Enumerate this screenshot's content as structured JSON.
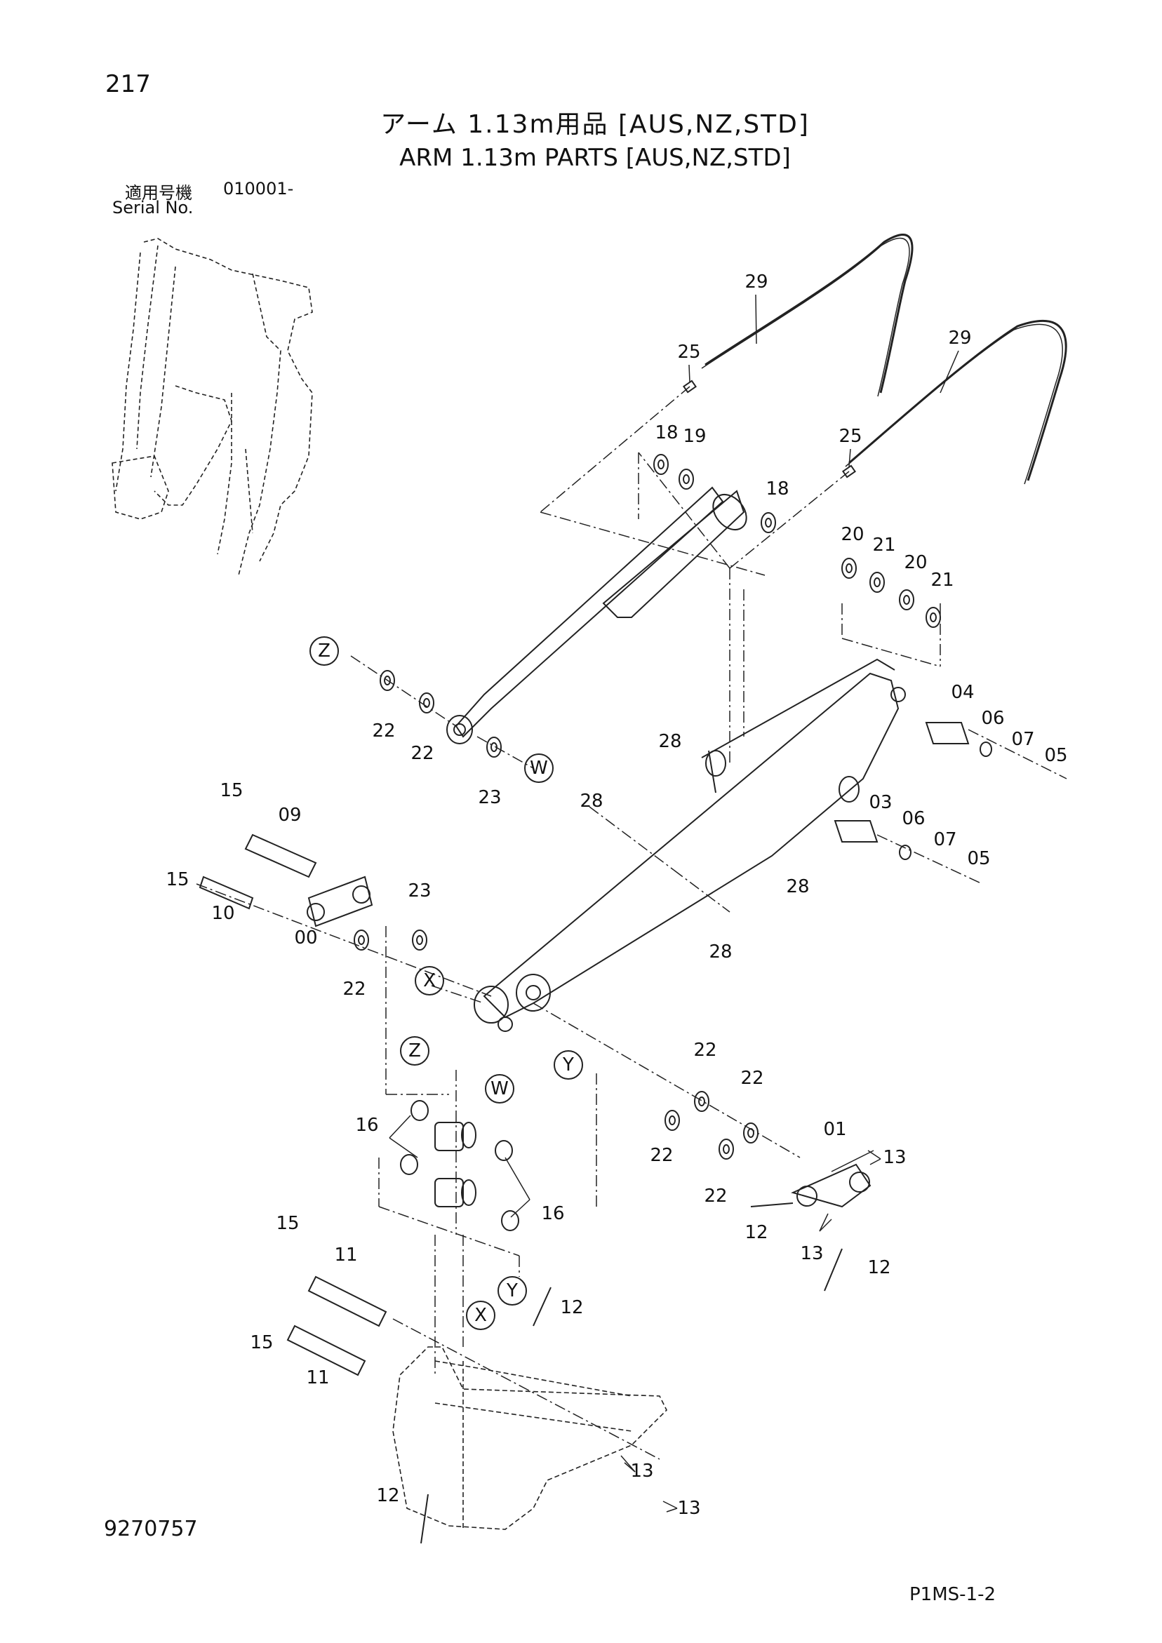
{
  "page_number": "217",
  "title_jp": "アーム 1.13m用品 [AUS,NZ,STD]",
  "title_en": "ARM 1.13m PARTS [AUS,NZ,STD]",
  "serial": {
    "label_jp": "適用号機",
    "value": "010001-",
    "label_en": "Serial No."
  },
  "document_code": "9270757",
  "sheet_ref": "P1MS-1-2",
  "part_labels": [
    "29",
    "29",
    "25",
    "25",
    "18",
    "19",
    "18",
    "20",
    "21",
    "20",
    "21",
    "04",
    "06",
    "07",
    "05",
    "22",
    "22",
    "23",
    "28",
    "28",
    "03",
    "06",
    "07",
    "05",
    "28",
    "28",
    "15",
    "09",
    "15",
    "10",
    "00",
    "23",
    "22",
    "22",
    "22",
    "22",
    "22",
    "01",
    "13",
    "16",
    "16",
    "12",
    "13",
    "12",
    "15",
    "11",
    "12",
    "15",
    "11",
    "13",
    "13",
    "12"
  ],
  "callout_letters": [
    "Z",
    "W",
    "X",
    "Y",
    "Z",
    "W",
    "X",
    "Y"
  ]
}
